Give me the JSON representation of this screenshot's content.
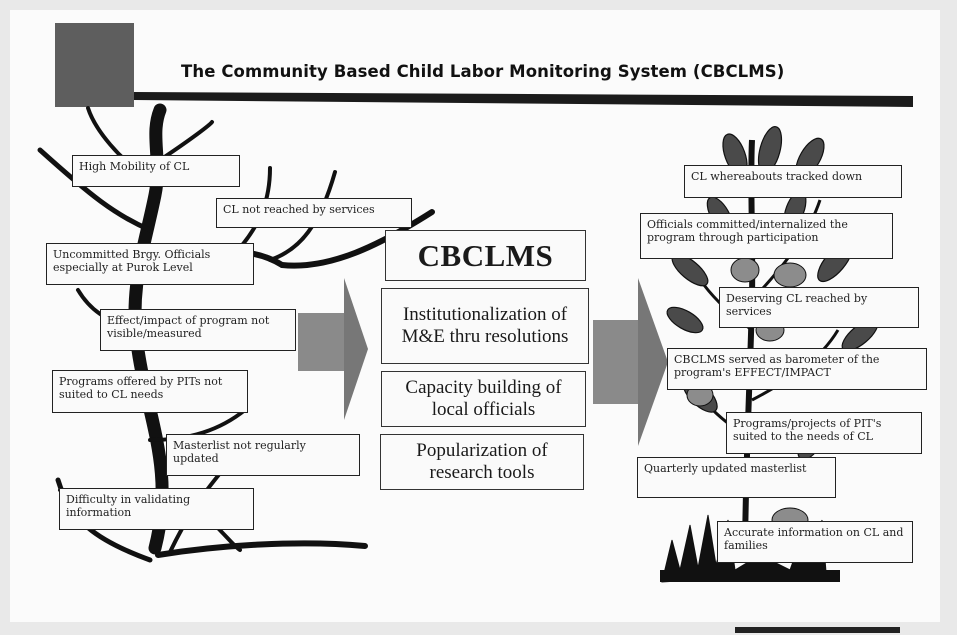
{
  "title": "The Community Based Child Labor Monitoring System (CBCLMS)",
  "center": {
    "heading": "CBCLMS",
    "strategies": [
      "Institutionalization of M&E thru resolutions",
      "Capacity building of local officials",
      "Popularization of research tools"
    ]
  },
  "problems": [
    "High Mobility of CL",
    "CL not reached by services",
    "Uncommitted Brgy. Officials especially at Purok Level",
    "Effect/impact of program not visible/measured",
    "Programs offered by PITs not suited to CL needs",
    "Masterlist not regularly updated",
    "Difficulty in validating information"
  ],
  "outcomes": [
    "CL whereabouts tracked down",
    "Officials committed/internalized the program through participation",
    "Deserving CL reached by services",
    "CBCLMS served as barometer of the program's EFFECT/IMPACT",
    "Programs/projects of PIT's suited to the needs of CL",
    "Quarterly updated masterlist",
    "Accurate information on CL and families"
  ]
}
